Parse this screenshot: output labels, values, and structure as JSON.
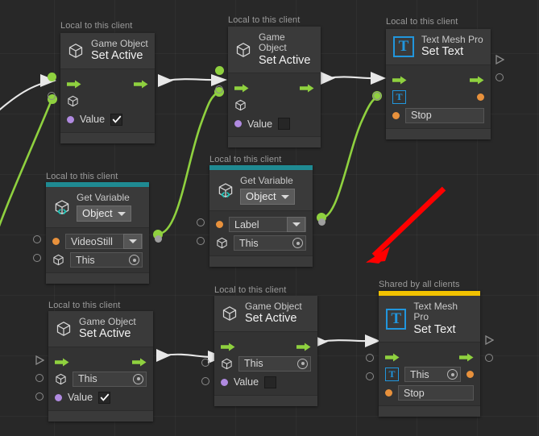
{
  "app": {
    "type": "visual-scripting-graph",
    "background_color": "#282828",
    "grid_color": "#303030"
  },
  "scope_labels": {
    "local": "Local to this client",
    "shared": "Shared by all clients"
  },
  "colors": {
    "flow_green": "#8fd13f",
    "wire_white": "#e8e8e8",
    "annotation_red": "#ff0000",
    "teal_accent": "#1f8a92",
    "yellow_accent": "#f2c200",
    "tmp_blue": "#2196dd",
    "orange_port": "#e8913c",
    "purple_port": "#b08ae0"
  },
  "nodes": [
    {
      "id": "go-set-active-1",
      "scope": "Local to this client",
      "icon": "cube-icon",
      "title_sub": "Game Object",
      "title_main": "Set Active",
      "accent": null,
      "rows": [
        {
          "kind": "flow",
          "label": ""
        },
        {
          "kind": "target",
          "icon": "cube-icon",
          "label": ""
        },
        {
          "kind": "value",
          "dot": "purple",
          "label": "Value",
          "control": "checkbox",
          "checked": true
        }
      ]
    },
    {
      "id": "go-set-active-2",
      "scope": "Local to this client",
      "icon": "cube-icon",
      "title_sub": "Game Object",
      "title_main": "Set Active",
      "accent": null,
      "rows": [
        {
          "kind": "flow",
          "label": ""
        },
        {
          "kind": "target",
          "icon": "cube-icon",
          "label": ""
        },
        {
          "kind": "value",
          "dot": "purple",
          "label": "Value",
          "control": "checkbox",
          "checked": false
        }
      ]
    },
    {
      "id": "tmp-set-text-1",
      "scope": "Local to this client",
      "icon": "text-mesh-pro-icon",
      "title_sub": "Text Mesh Pro",
      "title_main": "Set Text",
      "accent": null,
      "rows": [
        {
          "kind": "flow",
          "label": ""
        },
        {
          "kind": "target",
          "icon": "text-mesh-pro-icon",
          "label": ""
        },
        {
          "kind": "value",
          "dot": "orange",
          "label": "",
          "control": "text",
          "value": "Stop"
        }
      ]
    },
    {
      "id": "get-variable-1",
      "scope": "Local to this client",
      "icon": "get-variable-icon",
      "title_sub": "Get Variable",
      "title_main": "Object",
      "accent": "#1f8a92",
      "rows": [
        {
          "kind": "value",
          "dot": "orange",
          "control": "dropdown",
          "value": "VideoStill"
        },
        {
          "kind": "target",
          "icon": "cube-icon",
          "control": "object-field",
          "value": "This"
        }
      ]
    },
    {
      "id": "get-variable-2",
      "scope": "Local to this client",
      "icon": "get-variable-icon",
      "title_sub": "Get Variable",
      "title_main": "Object",
      "accent": "#1f8a92",
      "rows": [
        {
          "kind": "value",
          "dot": "orange",
          "control": "dropdown",
          "value": "Label"
        },
        {
          "kind": "target",
          "icon": "cube-icon",
          "control": "object-field",
          "value": "This"
        }
      ]
    },
    {
      "id": "go-set-active-3",
      "scope": "Local to this client",
      "icon": "cube-icon",
      "title_sub": "Game Object",
      "title_main": "Set Active",
      "accent": null,
      "rows": [
        {
          "kind": "flow",
          "label": ""
        },
        {
          "kind": "target",
          "icon": "cube-icon",
          "control": "object-field",
          "value": "This"
        },
        {
          "kind": "value",
          "dot": "purple",
          "label": "Value",
          "control": "checkbox",
          "checked": true
        }
      ]
    },
    {
      "id": "go-set-active-4",
      "scope": "Local to this client",
      "icon": "cube-icon",
      "title_sub": "Game Object",
      "title_main": "Set Active",
      "accent": null,
      "rows": [
        {
          "kind": "flow",
          "label": ""
        },
        {
          "kind": "target",
          "icon": "cube-icon",
          "control": "object-field",
          "value": "This"
        },
        {
          "kind": "value",
          "dot": "purple",
          "label": "Value",
          "control": "checkbox",
          "checked": false
        }
      ]
    },
    {
      "id": "tmp-set-text-2",
      "scope": "Shared by all clients",
      "icon": "text-mesh-pro-icon",
      "title_sub": "Text Mesh Pro",
      "title_main": "Set Text",
      "accent": "#f2c200",
      "rows": [
        {
          "kind": "flow",
          "label": ""
        },
        {
          "kind": "target",
          "icon": "text-mesh-pro-icon",
          "control": "object-field",
          "value": "This"
        },
        {
          "kind": "value",
          "dot": "orange",
          "control": "text",
          "value": "Stop"
        }
      ]
    }
  ],
  "text": {
    "game_object": "Game Object",
    "set_active": "Set Active",
    "text_mesh_pro": "Text Mesh Pro",
    "set_text": "Set Text",
    "get_variable": "Get Variable",
    "object_type": "Object",
    "value_label": "Value",
    "this_value": "This",
    "stop_value": "Stop",
    "videostill_value": "VideoStill",
    "label_value": "Label"
  }
}
